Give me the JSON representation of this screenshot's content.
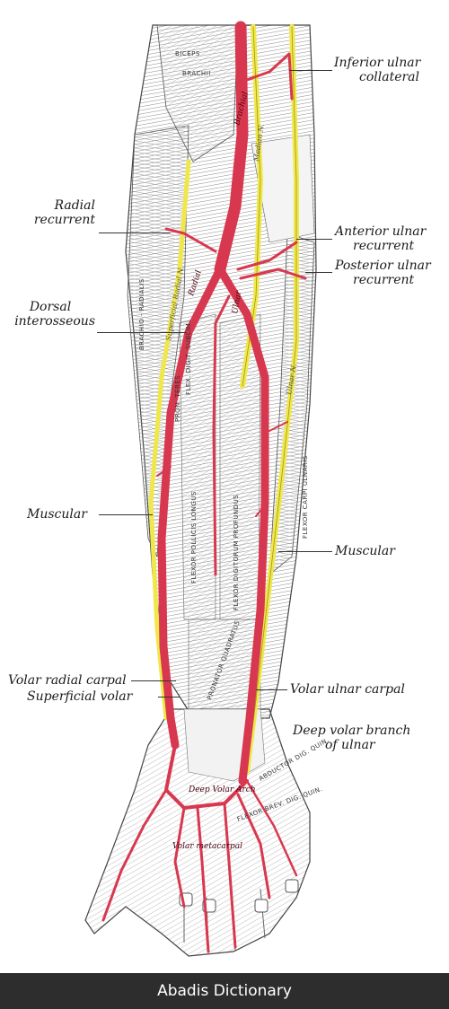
{
  "labels": {
    "inferior_ulnar_collateral": [
      "Inferior ulnar",
      "collateral"
    ],
    "radial_recurrent": [
      "Radial",
      "recurrent"
    ],
    "anterior_ulnar_recurrent": [
      "Anterior ulnar",
      "recurrent"
    ],
    "posterior_ulnar_recurrent": [
      "Posterior ulnar",
      "recurrent"
    ],
    "dorsal_interosseous": [
      "Dorsal",
      "interosseous"
    ],
    "muscular_left": "Muscular",
    "muscular_right": "Muscular",
    "volar_radial_carpal": "Volar radial carpal",
    "superficial_volar": "Superficial volar",
    "volar_ulnar_carpal": "Volar ulnar carpal",
    "deep_volar_branch_of_ulnar": [
      "Deep volar branch",
      "of ulnar"
    ]
  },
  "muscle_labels": {
    "biceps": "BICEPS",
    "brachii": "BRACHII",
    "brachio_radialis": "BRACHIO - RADIALIS",
    "flexor_carpi_ulnaris": "FLEXOR CARPI ULNARIS",
    "pronator_teres": "PRON. TERES",
    "flex_digit_sublim": "FLEX. DIGIT. SUBLIM.",
    "flexor_pollicis_longus": "FLEXOR POLLICIS LONGUS",
    "flexor_digitorum_profundus": "FLEXOR DIGITORUM PROFUNDUS",
    "pronator_quadratus": "PRONATOR QUADRATUS",
    "abductor_dig_quin": "ABDUCTOR DIG. QUIN.",
    "flexor_brev_dig_quin": "FLEXOR BREV. DIG. QUIN."
  },
  "vessel_labels": {
    "brachial": "Brachial",
    "radial": "Radial",
    "ulnar": "Ulnar",
    "deep_volar_arch": "Deep Volar Arch",
    "volar_metacarpal": "Volar metacarpal"
  },
  "nerve_labels": {
    "median": "Median N.",
    "ulnar_n": "Ulnar N.",
    "superficial_radial": "Superficial Radial N."
  },
  "colors": {
    "artery": "#d8384f",
    "nerve": "#f0e84a",
    "background": "#ffffff",
    "footer": "#2d2d2d"
  },
  "footer": {
    "text": "Abadis Dictionary"
  }
}
